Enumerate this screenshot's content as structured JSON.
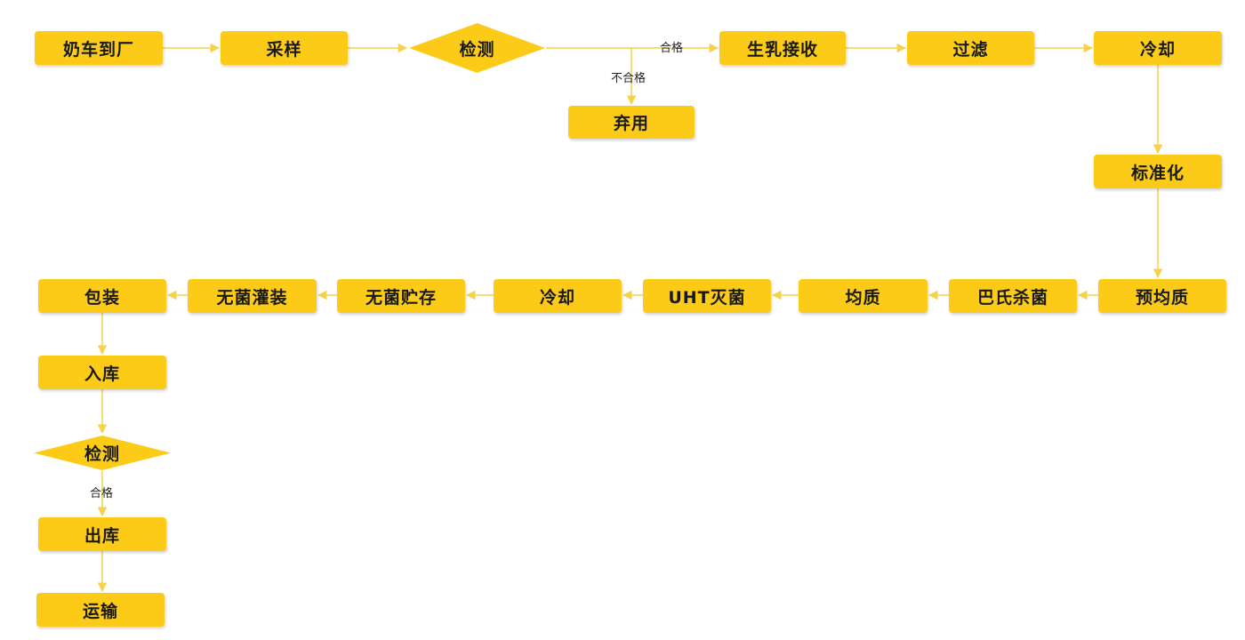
{
  "diagram": {
    "nodes": {
      "milk_truck": "奶车到厂",
      "sampling": "采样",
      "test_1": "检测",
      "raw_milk_receive": "生乳接收",
      "filter": "过滤",
      "cooling_1": "冷却",
      "discard": "弃用",
      "standardize": "标准化",
      "pre_homogenize": "预均质",
      "pasteurize": "巴氏杀菌",
      "homogenize": "均质",
      "uht": "UHT灭菌",
      "cooling_2": "冷却",
      "aseptic_storage": "无菌贮存",
      "aseptic_filling": "无菌灌装",
      "packaging": "包装",
      "warehouse_in": "入库",
      "test_2": "检测",
      "warehouse_out": "出库",
      "transport": "运输"
    },
    "edge_labels": {
      "test1_pass": "合格",
      "test1_fail": "不合格",
      "test2_pass": "合格"
    },
    "colors": {
      "node_fill": "#fbcb18",
      "connector": "#f6d24a",
      "text": "#1a1a1a"
    }
  }
}
